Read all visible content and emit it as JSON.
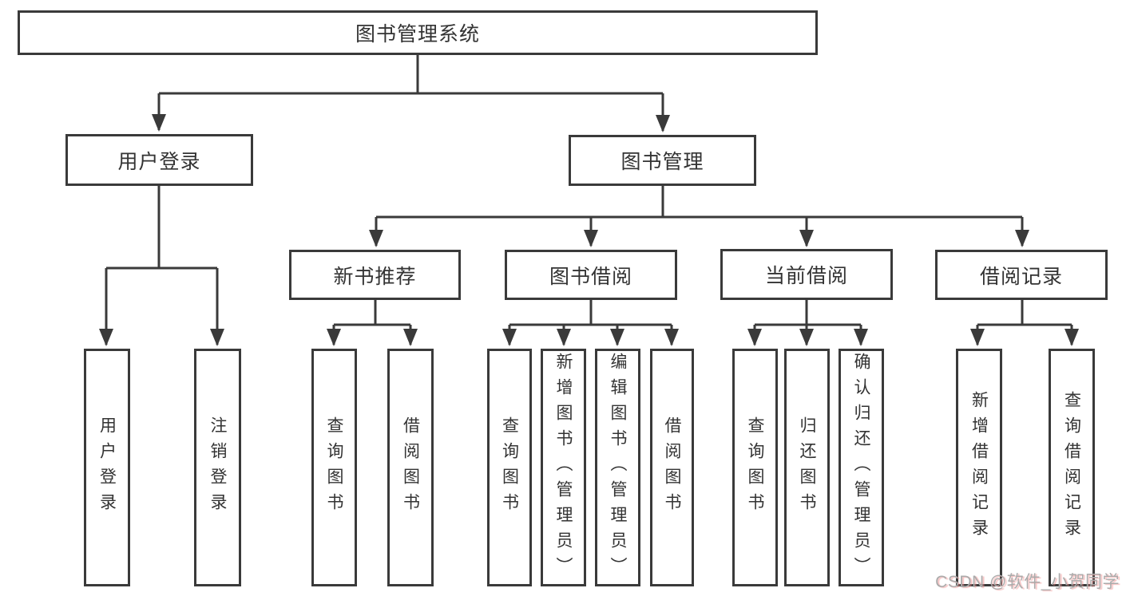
{
  "colors": {
    "line": "#3a3a3a",
    "box_border": "#3a3a3a",
    "text": "#333333",
    "watermark": "#ababab"
  },
  "watermark": {
    "text": "CSDN @软件_小贺同学"
  },
  "tree": {
    "label": "图书管理系统",
    "children": [
      {
        "label": "用户登录",
        "children": [
          {
            "label": "用户登录"
          },
          {
            "label": "注销登录"
          }
        ]
      },
      {
        "label": "图书管理",
        "children": [
          {
            "label": "新书推荐",
            "children": [
              {
                "label": "查询图书"
              },
              {
                "label": "借阅图书"
              }
            ]
          },
          {
            "label": "图书借阅",
            "children": [
              {
                "label": "查询图书"
              },
              {
                "label": "新增图书（管理员）"
              },
              {
                "label": "编辑图书（管理员）"
              },
              {
                "label": "借阅图书"
              }
            ]
          },
          {
            "label": "当前借阅",
            "children": [
              {
                "label": "查询图书"
              },
              {
                "label": "归还图书"
              },
              {
                "label": "确认归还（管理员）"
              }
            ]
          },
          {
            "label": "借阅记录",
            "children": [
              {
                "label": "新增借阅记录"
              },
              {
                "label": "查询借阅记录"
              }
            ]
          }
        ]
      }
    ]
  }
}
